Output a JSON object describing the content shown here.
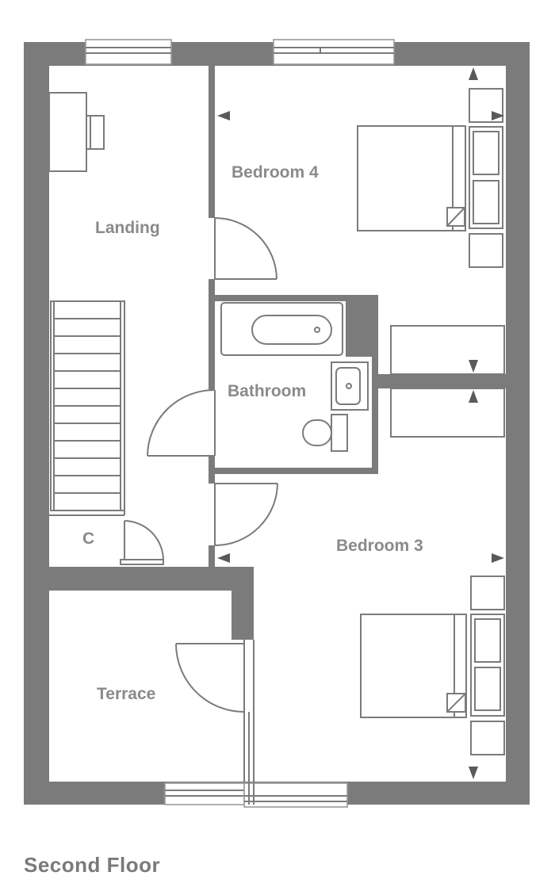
{
  "plan": {
    "floor_title": "Second Floor",
    "rooms": {
      "bedroom_4": "Bedroom 4",
      "landing": "Landing",
      "bathroom": "Bathroom",
      "bedroom_3": "Bedroom 3",
      "cupboard": "C",
      "terrace": "Terrace"
    }
  },
  "colors": {
    "wall": "#7b7b7b",
    "label": "#8a8a8a",
    "title": "#7a7a7a",
    "background": "#ffffff"
  }
}
